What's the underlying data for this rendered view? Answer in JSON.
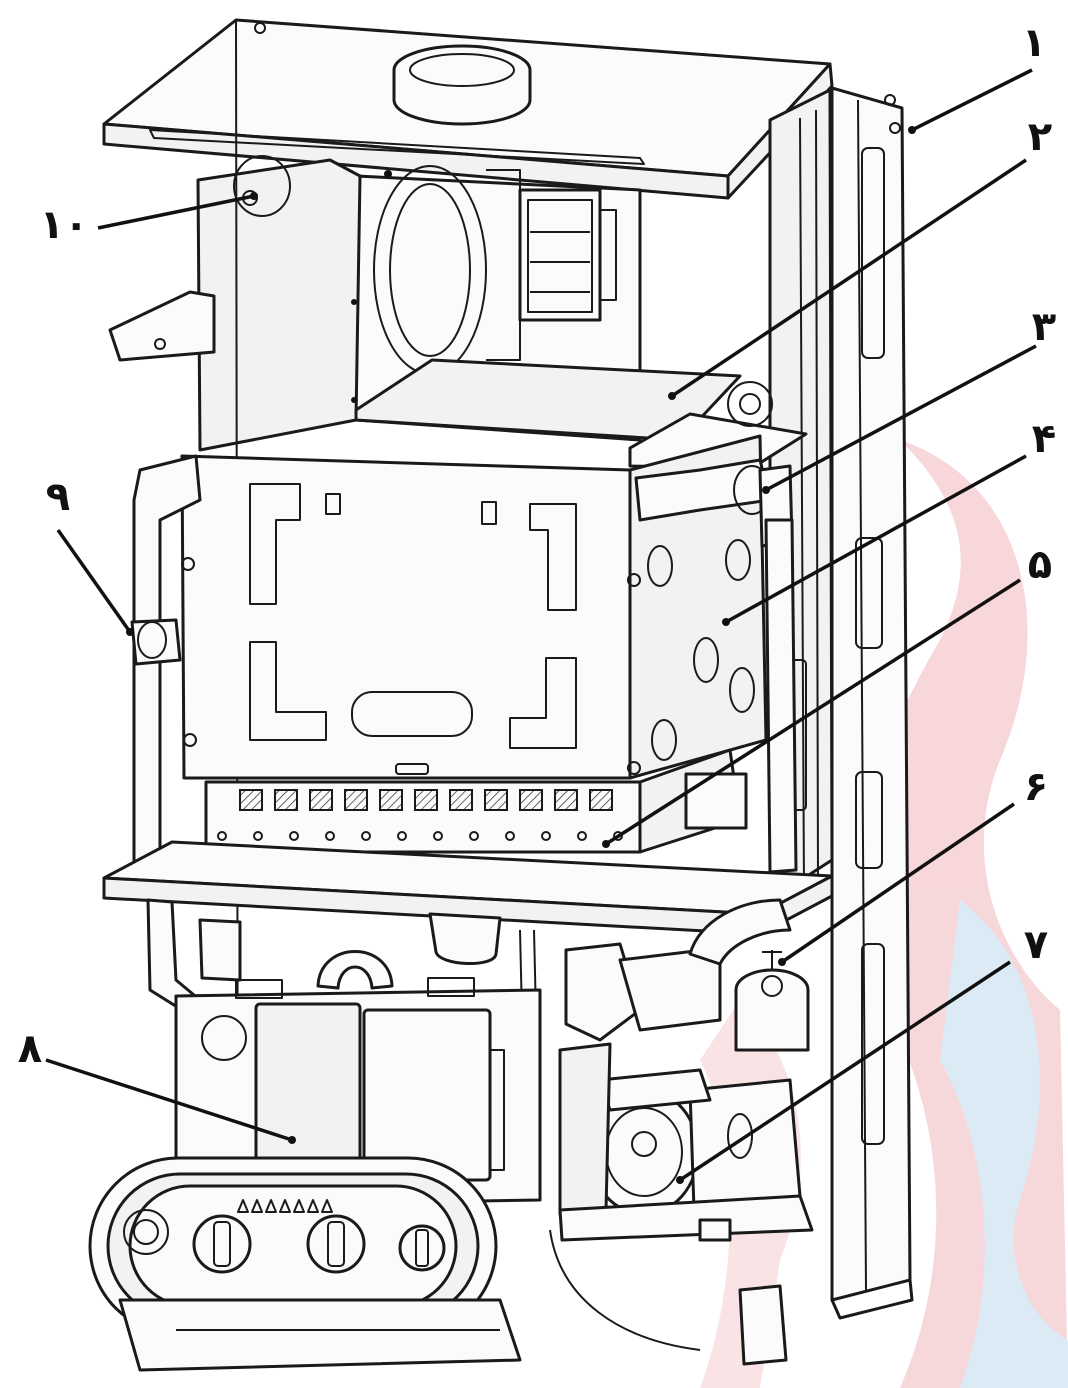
{
  "diagram": {
    "callouts": [
      {
        "id": "1",
        "label": "۱"
      },
      {
        "id": "2",
        "label": "۲"
      },
      {
        "id": "3",
        "label": "۳"
      },
      {
        "id": "4",
        "label": "۴"
      },
      {
        "id": "5",
        "label": "۵"
      },
      {
        "id": "6",
        "label": "۶"
      },
      {
        "id": "7",
        "label": "۷"
      },
      {
        "id": "8",
        "label": "۸"
      },
      {
        "id": "9",
        "label": "۹"
      },
      {
        "id": "10",
        "label": "۱۰"
      }
    ],
    "watermark_colors": {
      "red": "#f3c8cc",
      "blue": "#cfe3f3"
    },
    "line_color": "#1a1a1a"
  }
}
